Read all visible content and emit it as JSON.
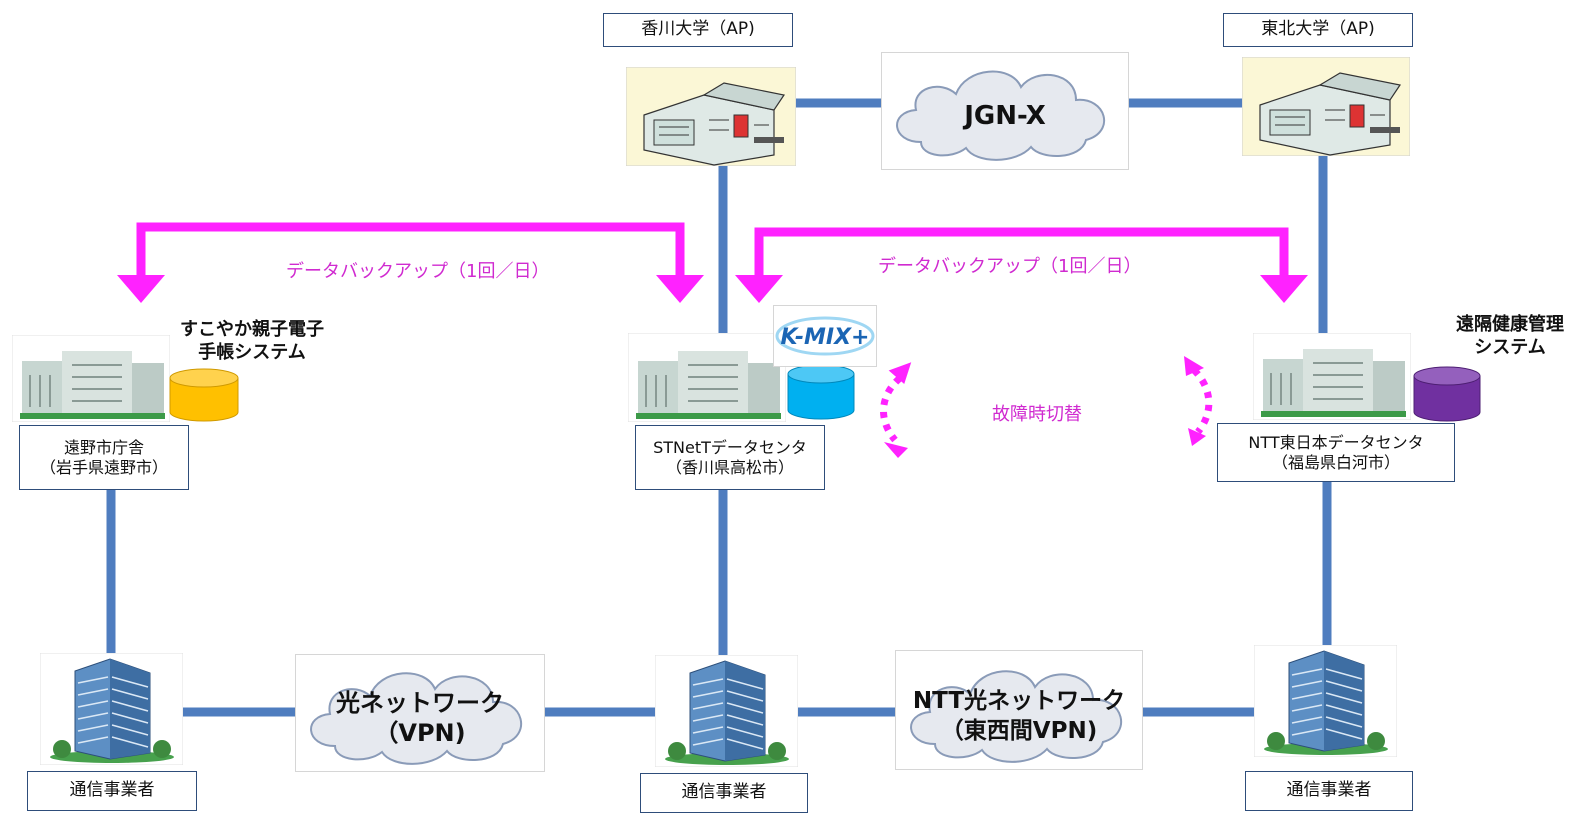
{
  "universities": {
    "kagawa": "香川大学（AP)",
    "tohoku": "東北大学（AP)"
  },
  "clouds": {
    "jgn": "JGN-X",
    "hikari_line1": "光ネットワーク",
    "hikari_line2": "（VPN)",
    "ntt_line1": "NTT光ネットワーク",
    "ntt_line2": "（東西間VPN)"
  },
  "backups": {
    "left": "データバックアップ（1回／日）",
    "right": "データバックアップ（1回／日）"
  },
  "failover": "故障時切替",
  "systems": {
    "sukoyaka_line1": "すこやか親子電子",
    "sukoyaka_line2": "手帳システム",
    "enkaku_line1": "遠隔健康管理",
    "enkaku_line2": "システム"
  },
  "kmix_logo": "K-MIX+",
  "datacenters": {
    "tono_line1": "遠野市庁舎",
    "tono_line2": "（岩手県遠野市）",
    "stnet_line1": "STNetTデータセンタ",
    "stnet_line2": "（香川県高松市）",
    "ntt_line1": "NTT東日本データセンタ",
    "ntt_line2": "（福島県白河市）"
  },
  "carriers": {
    "left": "通信事業者",
    "center": "通信事業者",
    "right": "通信事業者"
  },
  "colors": {
    "network_line": "#4f7dbf",
    "backup_arrow": "#ff22ff",
    "db_yellow": "#ffc000",
    "db_cyan": "#00b0f0",
    "db_purple": "#7030a0",
    "cloud_fill": "#e6e9ef",
    "campus_bg": "#fbf7d6"
  }
}
